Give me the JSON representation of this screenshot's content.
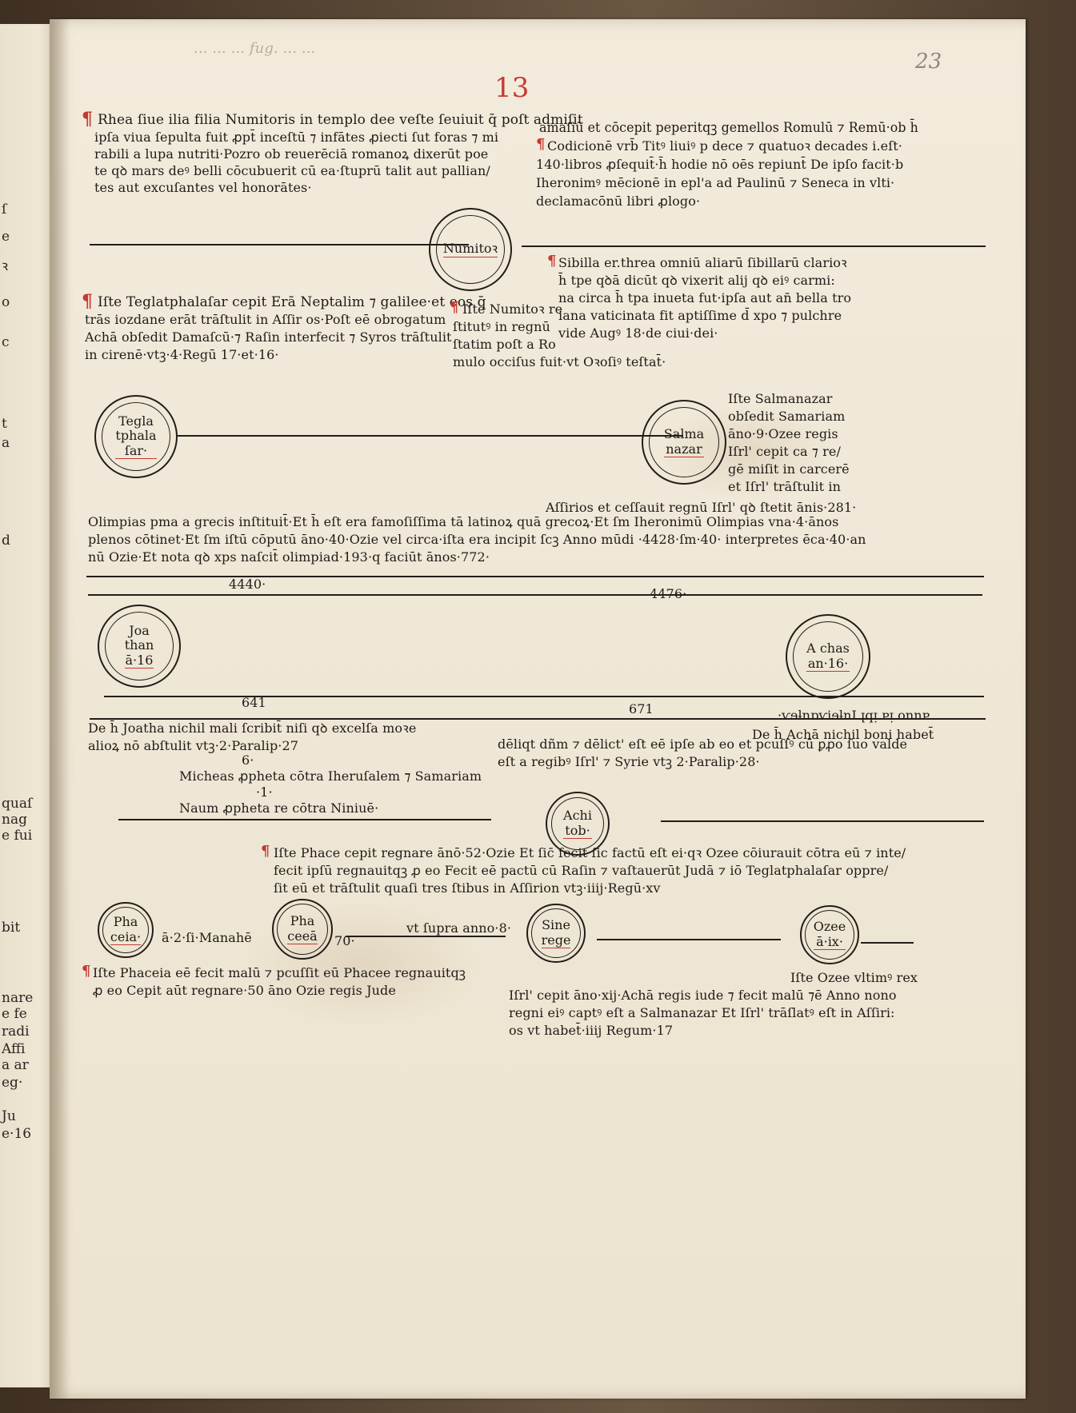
{
  "folio": {
    "quire": "13",
    "number": "23",
    "faint_header": "... ... ... fug. ... ..."
  },
  "left_page_fragments": [
    "ſ",
    "e",
    "ꝛ",
    "o",
    "c",
    "t",
    "a",
    "d",
    "quaſ",
    "nag",
    "e fui",
    "bit",
    "nare",
    "e fe",
    "radi",
    "Affi",
    "a ar",
    "eg·",
    "Ju",
    "e·16"
  ],
  "blocks": {
    "rhea": [
      "Rhea ſiue ilia filia Numitoris in templo dee veſte ſeuiuit q̄ poſt admiſit",
      "ipſa viua ſepulta fuit ꝓpt̄ inceſtū ⁊ infātes ꝓiecti ſut foras ⁊ mi",
      "rabili a lupa nutriti·Pozro ob reuerēciā romanoꝝ dixerūt poe",
      "te qꝺ mars deꝰ belli cōcubuerit cū ea·ſtuprū talit aut pallian/",
      "tes aut excuſantes vel honorātes·"
    ],
    "amasiu": [
      "amaſiū et cōcepit peperitqꝫ gemellos Romulū ⁊ Remū·ob h̄",
      "Codicionē vrb̄ Titꝰ liuiꝰ p dece ⁊ quatuoꝛ decades i.eſt·",
      "140·libros ꝓſequit̄·h̄ hodie nō oēs repiunt̄ De ipſo facit·b",
      "Iheronimꝰ mēcionē in epl'a ad Paulinū ⁊ Seneca in vlti·",
      "declamacōnū libri ꝓlogo·"
    ],
    "sibilla": [
      "Sibilla er.threa omniū aliarū ſibillarū clarioꝛ",
      "h̄ tpe qꝺā dicūt qꝺ vixerit alij qꝺ eiꝰ carmi:",
      "na circa h̄ tpa inueta fut·ipſa aut an̄ bella tro",
      "iana vaticinata fit aptiſſime d̄ xpo ⁊ pulchre",
      "vide Augꝰ 18·de ciui·dei·"
    ],
    "teglat": [
      "Iſte Teglatphalaſar cepit Erā Neptalim ⁊ galilee·et eos q̄",
      "trās iozdane erāt trāſtulit in Aſſir os·Poſt eē obrogatum",
      "Achā obſedit Damaſcū·⁊ Raſin interfecit ⁊ Syros trāſtulit",
      "in cirenē·vtꝫ·4·Regū 17·et·16·"
    ],
    "numitor_text": [
      "Iſte Numitoꝛ re",
      "ſtitutꝰ in regnū",
      "ſtatim poſt a Ro",
      "mulo occiſus fuit·vt Oꝛoſiꝰ teſtat̄·"
    ],
    "salmanazar": [
      "Iſte Salmanazar",
      "obſedit Samariam",
      "āno·9·Ozee regis",
      "Iſrl' cepit ca ⁊ re/",
      "gē miſit in carcerē",
      "et Iſrl' trāſtulit in"
    ],
    "assirios": "Aſſirios et ceſſauit regnū Iſrl' qꝺ ſtetit ānis·281·",
    "olimpias": [
      "Olimpias pma a grecis inſtituit̄·Et h̄ eſt era famoſiſſima tā latinoꝝ quā grecoꝝ·Et ſm Iheronimū Olimpias vna·4·ānos",
      "plenos cōtinet·Et ſm iſtū cōputū āno·40·Ozie vel circa·iſta era incipit ſcꝫ Anno mūdi ·4428·ſm·40· interpretes ēca·40·an",
      "nū Ozie·Et nota qꝺ xps naſcit̄ olimpiad·193·q faciūt ānos·772·"
    ],
    "year_a": "4440·",
    "year_b": "4476·",
    "year_c": "641",
    "year_d": "671",
    "mirrored": "·ⱱɘƚnɒⱱiɘƚnI ꞁqᴉ ɐᴉ onnɐ",
    "joatha": [
      "De h̄ Joatha nichil mali ſcribit̄ niſi qꝺ excelſa moꝛe",
      "alioꝝ nō abſtulit vtꝫ·2·Paralip·27"
    ],
    "joatha_end": "6·",
    "michea": "Micheas ꝓpheta cōtra Iheruſalem ⁊ Samariam",
    "michea_end": "·1·",
    "naum": "Naum ꝓpheta re cōtra Niniuē·",
    "acha": [
      "De h̄ Achā nichil boni habet̄",
      "dēliqt dñm ⁊ dēlict' eſt eē ipſe ab eo et pcuſſꝰ cū ꝑꝓo ſuo valde",
      "eſt a regibꝰ Iſrl' ⁊ Syrie vtꝫ 2·Paralip·28·"
    ],
    "phacee": [
      "Iſte Phace cepit regnare ānō·52·Ozie Et ſic̄ fecit ſic factū eſt ei·qꝛ Ozee cōiurauit cōtra eū ⁊ inte/",
      "fecit ipſū regnauitqꝫ ꝓ eo Fecit eē pactū cū Raſin ⁊ vaſtauerūt Judā ⁊ iō Teglatphalaſar oppre/",
      "ſit eū et trāſtulit quaſi tres ſtibus in Aſſirion vtꝫ·iiij·Regū·xv"
    ],
    "phaceia_text": [
      "Iſte Phaceia eē fecit malū ⁊ pcuſſit eū Phacee regnauitqꝫ",
      "ꝓ eo Cepit aūt regnare·50 āno Ozie regis Jude"
    ],
    "ozee_text": [
      "Iſte Ozee vltimꝰ rex",
      "Iſrl' cepit āno·xij·Achā regis iude ⁊ fecit malū ⁊ē Anno nono",
      "regni eiꝰ captꝰ eſt a Salmanazar Et Iſrl' trāſlatꝰ eſt in Aſſiri:",
      "os vt habet̄·iiij Regum·17"
    ],
    "supra_anno": "vt ſupra anno·8·",
    "regnum_inf": "ā·2·ſi·Manahē",
    "seventy": "70·"
  },
  "circles": {
    "numitor": "Numitoꝛ",
    "teglat": "Tegla\ntphala\nſar·",
    "salma": "Salma\nnazar",
    "joatha": "Joa\nthan\nā·16",
    "achas": "A chas\nan·16·",
    "achitob": "Achi\ntob·",
    "phaceia": "Pha\nceia·",
    "phacea": "Pha\nceeā",
    "sine_rege": "Sine\nrege",
    "ozee": "Ozee\nā·ix·"
  },
  "paragraph_mark": "¶"
}
